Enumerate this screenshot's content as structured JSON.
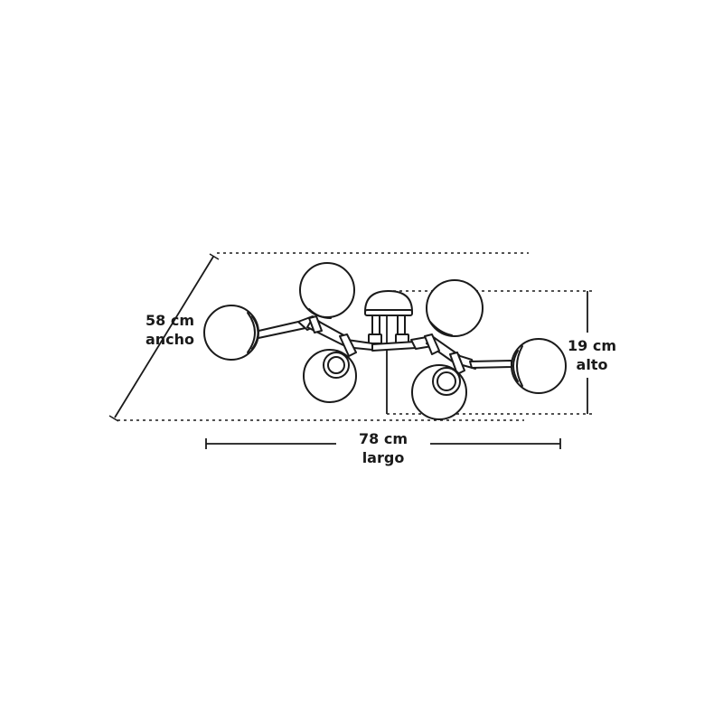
{
  "dimensions": {
    "width": {
      "value": "58 cm",
      "label": "ancho"
    },
    "height": {
      "value": "19 cm",
      "label": "alto"
    },
    "length": {
      "value": "78 cm",
      "label": "largo"
    }
  },
  "colors": {
    "line": "#1a1a1a",
    "globe_fill": "#ffffff",
    "background": "#ffffff"
  }
}
